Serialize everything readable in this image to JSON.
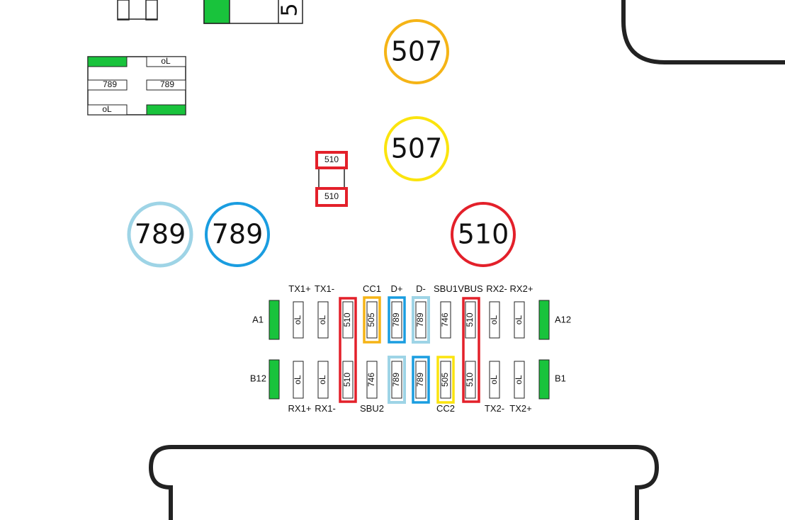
{
  "colors": {
    "green": "#19c33c",
    "red": "#e3202a",
    "orange": "#f5b416",
    "yellow": "#fbe40e",
    "light_blue": "#9ed4e6",
    "blue": "#1a9de0",
    "outline": "#222222"
  },
  "top": {
    "partial_label": "5"
  },
  "chip": {
    "top_right": "oL",
    "mid_left": "789",
    "mid_right": "789",
    "bottom_left": "oL"
  },
  "resistor": {
    "top": "510",
    "bottom": "510"
  },
  "circles": [
    {
      "value": "507",
      "color": "orange"
    },
    {
      "value": "507",
      "color": "yellow"
    },
    {
      "value": "789",
      "color": "light_blue"
    },
    {
      "value": "789",
      "color": "blue"
    },
    {
      "value": "510",
      "color": "red"
    }
  ],
  "connector": {
    "row_a": {
      "left": "A1",
      "right": "A12",
      "signals": [
        "TX1+",
        "TX1-",
        "CC1",
        "D+",
        "D-",
        "SBU1",
        "VBUS",
        "RX2-",
        "RX2+"
      ],
      "pins": [
        {
          "value": "oL",
          "color": "none"
        },
        {
          "value": "oL",
          "color": "none"
        },
        {
          "value": "510",
          "color": "red"
        },
        {
          "value": "505",
          "color": "orange"
        },
        {
          "value": "789",
          "color": "blue"
        },
        {
          "value": "789",
          "color": "light_blue"
        },
        {
          "value": "746",
          "color": "none"
        },
        {
          "value": "510",
          "color": "red"
        },
        {
          "value": "oL",
          "color": "none"
        },
        {
          "value": "oL",
          "color": "none"
        }
      ]
    },
    "row_b": {
      "left": "B12",
      "right": "B1",
      "signals": [
        "RX1+",
        "RX1-",
        "SBU2",
        "CC2",
        "TX2-",
        "TX2+"
      ],
      "pins": [
        {
          "value": "oL",
          "color": "none"
        },
        {
          "value": "oL",
          "color": "none"
        },
        {
          "value": "510",
          "color": "red"
        },
        {
          "value": "746",
          "color": "none"
        },
        {
          "value": "789",
          "color": "light_blue"
        },
        {
          "value": "789",
          "color": "blue"
        },
        {
          "value": "505",
          "color": "yellow"
        },
        {
          "value": "510",
          "color": "red"
        },
        {
          "value": "oL",
          "color": "none"
        },
        {
          "value": "oL",
          "color": "none"
        }
      ]
    }
  }
}
